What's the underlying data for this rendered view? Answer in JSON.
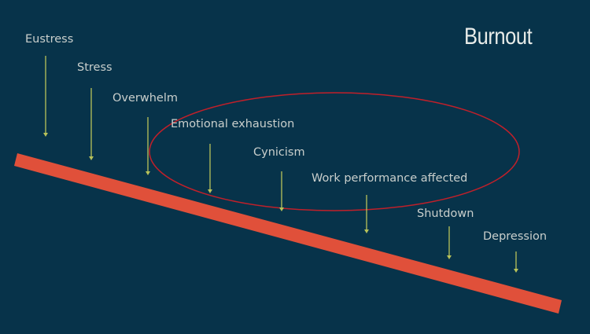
{
  "title": "Burnout",
  "colors": {
    "background": "#07334a",
    "text": "#c9cfcc",
    "arrow": "#b8c25a",
    "slope_bar": "#e0503a",
    "highlight_ellipse": "#c0202a"
  },
  "stages": [
    {
      "label": "Eustress",
      "icon": "down-arrow-icon",
      "in_highlight": false
    },
    {
      "label": "Stress",
      "icon": "down-arrow-icon",
      "in_highlight": false
    },
    {
      "label": "Overwhelm",
      "icon": "down-arrow-icon",
      "in_highlight": false
    },
    {
      "label": "Emotional exhaustion",
      "icon": "down-arrow-icon",
      "in_highlight": true
    },
    {
      "label": "Cynicism",
      "icon": "down-arrow-icon",
      "in_highlight": true
    },
    {
      "label": "Work performance affected",
      "icon": "down-arrow-icon",
      "in_highlight": true
    },
    {
      "label": "Shutdown",
      "icon": "down-arrow-icon",
      "in_highlight": false
    },
    {
      "label": "Depression",
      "icon": "down-arrow-icon",
      "in_highlight": false
    }
  ],
  "highlight": {
    "name": "burnout-core-stages",
    "covers": [
      "Emotional exhaustion",
      "Cynicism",
      "Work performance affected"
    ]
  }
}
